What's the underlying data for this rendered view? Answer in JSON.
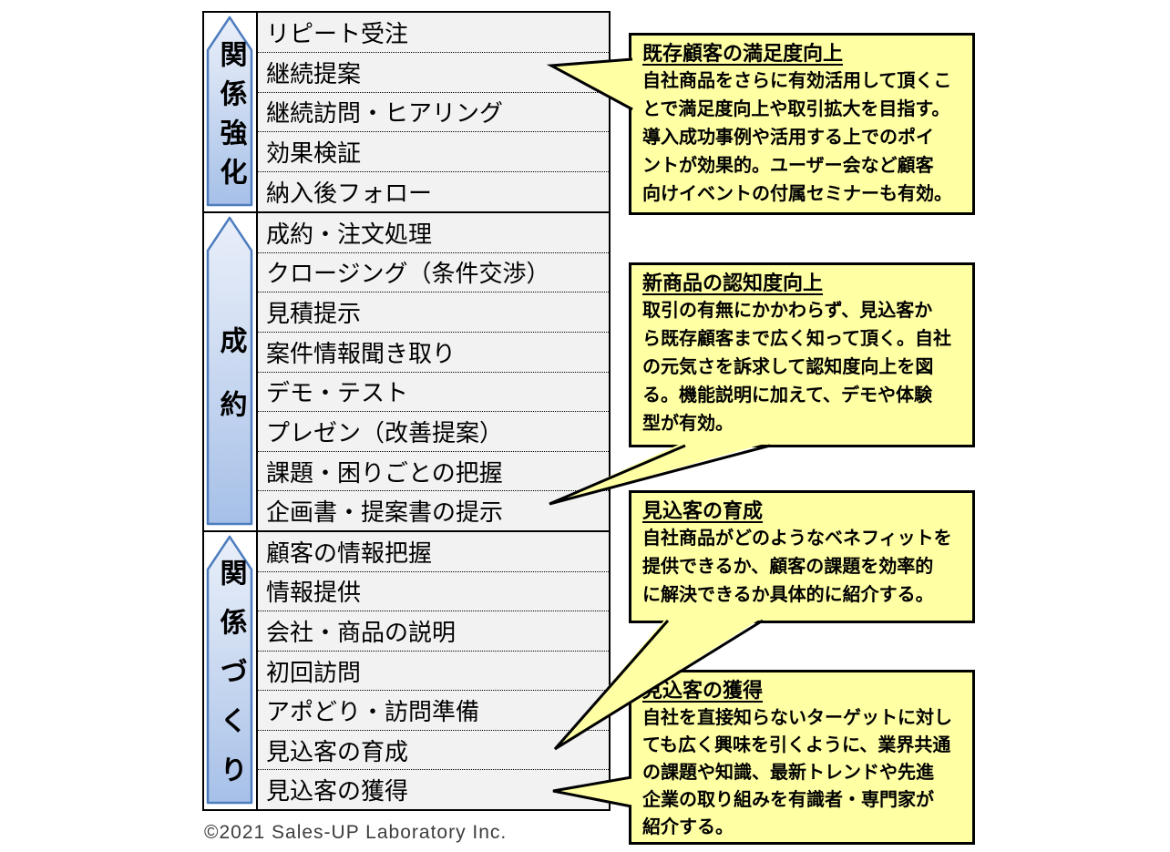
{
  "colors": {
    "callout_bg": "#ffffa3",
    "callout_border": "#000000",
    "row_bg": "#f2f2f2",
    "table_border": "#000000",
    "arrow_border": "#4e7dbf",
    "arrow_gradient_top": "#e7edf8",
    "arrow_gradient_bottom": "#a6c0e8"
  },
  "process_ladder": {
    "sections": [
      {
        "stage": "関係強化",
        "rows": [
          "リピート受注",
          "継続提案",
          "継続訪問・ヒアリング",
          "効果検証",
          "納入後フォロー"
        ]
      },
      {
        "stage": "成約",
        "rows": [
          "成約・注文処理",
          "クロージング（条件交渉）",
          "見積提示",
          "案件情報聞き取り",
          "デモ・テスト",
          "プレゼン（改善提案）",
          "課題・困りごとの把握",
          "企画書・提案書の提示"
        ]
      },
      {
        "stage": "関係づくり",
        "rows": [
          "顧客の情報把握",
          "情報提供",
          "会社・商品の説明",
          "初回訪問",
          "アポどり・訪問準備",
          "見込客の育成",
          "見込客の獲得"
        ]
      }
    ]
  },
  "callouts": [
    {
      "title": "既存顧客の満足度向上",
      "body": "自社商品をさらに有効活用して頂くこ\nとで満足度向上や取引拡大を目指す。\n導入成功事例や活用する上でのポイ\nントが効果的。ユーザー会など顧客\n向けイベントの付属セミナーも有効。"
    },
    {
      "title": "新商品の認知度向上",
      "body": "取引の有無にかかわらず、見込客か\nら既存顧客まで広く知って頂く。自社\nの元気さを訴求して認知度向上を図\nる。機能説明に加えて、デモや体験\n型が有効。"
    },
    {
      "title": "見込客の育成",
      "body": "自社商品がどのようなベネフィットを\n提供できるか、顧客の課題を効率的\nに解決できるか具体的に紹介する。"
    },
    {
      "title": "見込客の獲得",
      "body": "自社を直接知らないターゲットに対し\nても広く興味を引くように、業界共通\nの課題や知識、最新トレンドや先進\n企業の取り組みを有識者・専門家が\n紹介する。"
    }
  ],
  "footer": {
    "copyright": "©2021 Sales-UP Laboratory Inc."
  }
}
